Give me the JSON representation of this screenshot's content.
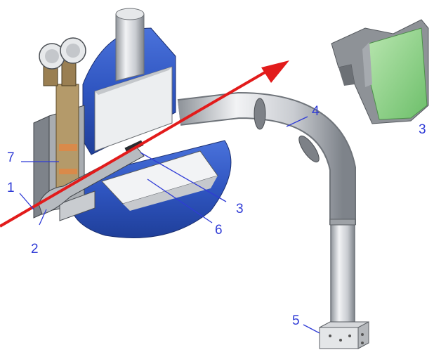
{
  "labels": {
    "l1": "1",
    "l2": "2",
    "l3": "3",
    "l4": "4",
    "l5": "5",
    "l6": "6",
    "l7": "7",
    "inset": "3"
  },
  "colors": {
    "label": "#2f3bd6",
    "beam": "#e21b1b",
    "tank_blue": "#3a5fc8",
    "steel": "#bfc3c8",
    "insert_green": "#8ed08a"
  }
}
